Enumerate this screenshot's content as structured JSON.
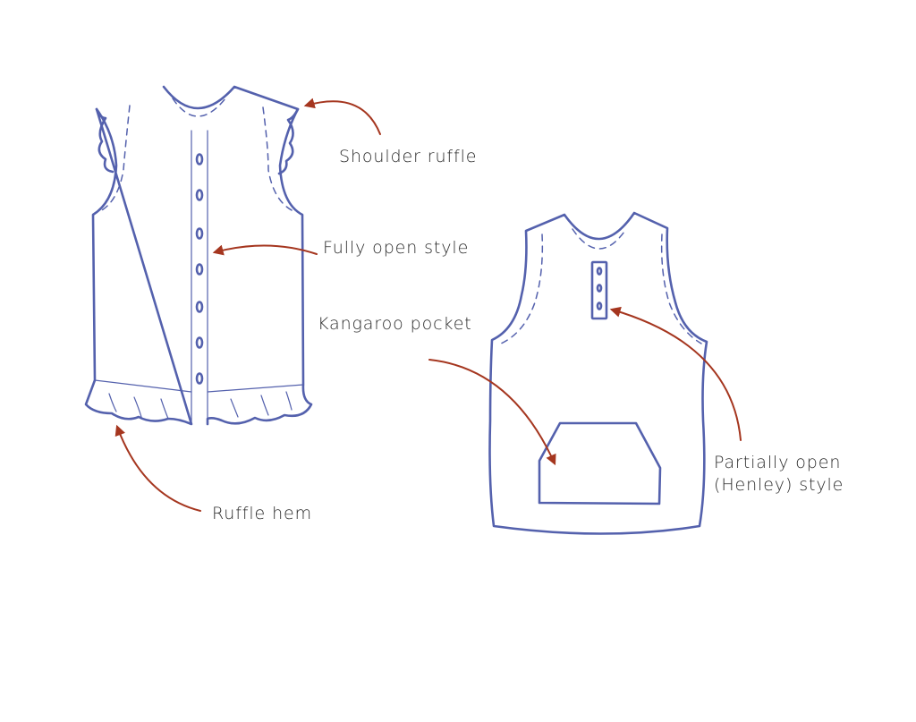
{
  "colors": {
    "garment": "#5461ad",
    "arrow": "#a5361f",
    "text": "#2b2b2b"
  },
  "labels": {
    "shoulder_ruffle": "Shoulder ruffle",
    "fully_open": "Fully open style",
    "kangaroo_pocket": "Kangaroo pocket",
    "partially_open_line1": "Partially open",
    "partially_open_line2": "(Henley) style",
    "ruffle_hem": "Ruffle hem"
  }
}
